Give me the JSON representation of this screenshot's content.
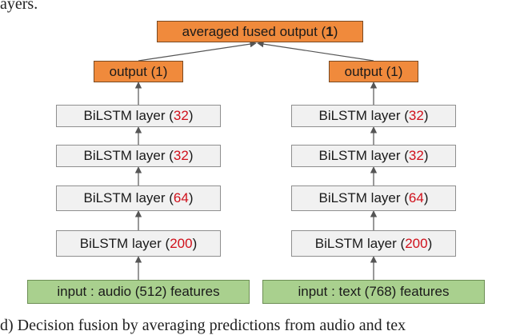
{
  "header_fragment": "ayers.",
  "fused_output": {
    "label": "averaged fused output (",
    "value": "1",
    "suffix": ")"
  },
  "branches": [
    {
      "name": "audio",
      "output": {
        "label": "output (1)"
      },
      "layers": [
        {
          "label": "BiLSTM layer (",
          "value": "32",
          "suffix": ")"
        },
        {
          "label": "BiLSTM layer (",
          "value": "32",
          "suffix": ")"
        },
        {
          "label": "BiLSTM layer (",
          "value": "64",
          "suffix": ")"
        },
        {
          "label": "BiLSTM layer (",
          "value": "200",
          "suffix": ")"
        }
      ],
      "input": {
        "label": "input : audio (512) features"
      }
    },
    {
      "name": "text",
      "output": {
        "label": "output (1)"
      },
      "layers": [
        {
          "label": "BiLSTM layer (",
          "value": "32",
          "suffix": ")"
        },
        {
          "label": "BiLSTM layer (",
          "value": "32",
          "suffix": ")"
        },
        {
          "label": "BiLSTM layer (",
          "value": "64",
          "suffix": ")"
        },
        {
          "label": "BiLSTM layer (",
          "value": "200",
          "suffix": ")"
        }
      ],
      "input": {
        "label": "input : text (768) features"
      }
    }
  ],
  "caption": "d) Decision fusion by averaging predictions from audio and tex",
  "colors": {
    "layer_fill": "#f1f1f1",
    "output_fill": "#f08a3c",
    "input_fill": "#a9d08e",
    "number_highlight": "#d0101b",
    "edge": "#555555"
  }
}
